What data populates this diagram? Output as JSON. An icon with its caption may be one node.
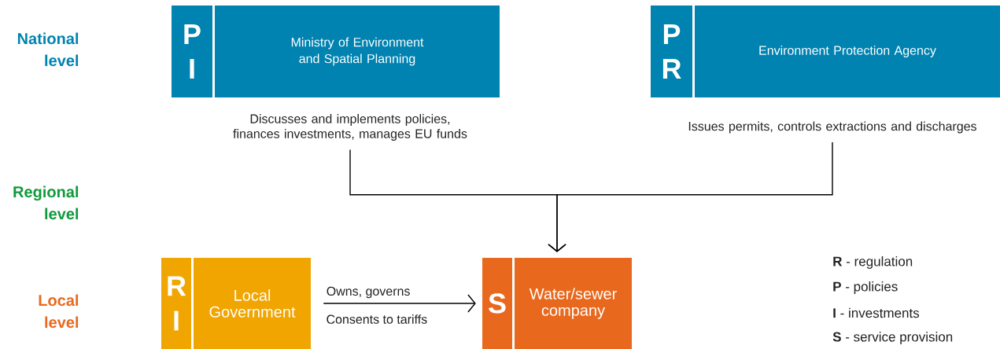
{
  "diagram": {
    "nodes": [
      {
        "text": [
          "P",
          "I",
          "Ministry of Environment and Spatial Planning"
        ],
        "beside": [
          "Discusses and implements policies, finances investments, manages EU funds"
        ]
      },
      {
        "text": [
          "P",
          "R",
          "Environment Protection Agency"
        ],
        "beside": [
          "Issues permits, controls extractions and discharges"
        ]
      },
      {
        "text": [
          "S",
          "Water/sewer company"
        ]
      },
      {
        "text": [
          "R",
          "I",
          "Local Government"
        ]
      }
    ],
    "edges": [
      {
        "from": 0,
        "to": 2,
        "arrow": "to"
      },
      {
        "from": 1,
        "to": 2,
        "arrow": "to"
      },
      {
        "from": 3,
        "to": 2,
        "arrow": "to",
        "label": "Owns, governs"
      }
    ],
    "labels": [
      "National level",
      "Regional level",
      "Local level",
      "Consents to tariffs",
      "**R** - regulation",
      "**P** - policies",
      "**I** - investments",
      "**S** - service provision"
    ]
  }
}
